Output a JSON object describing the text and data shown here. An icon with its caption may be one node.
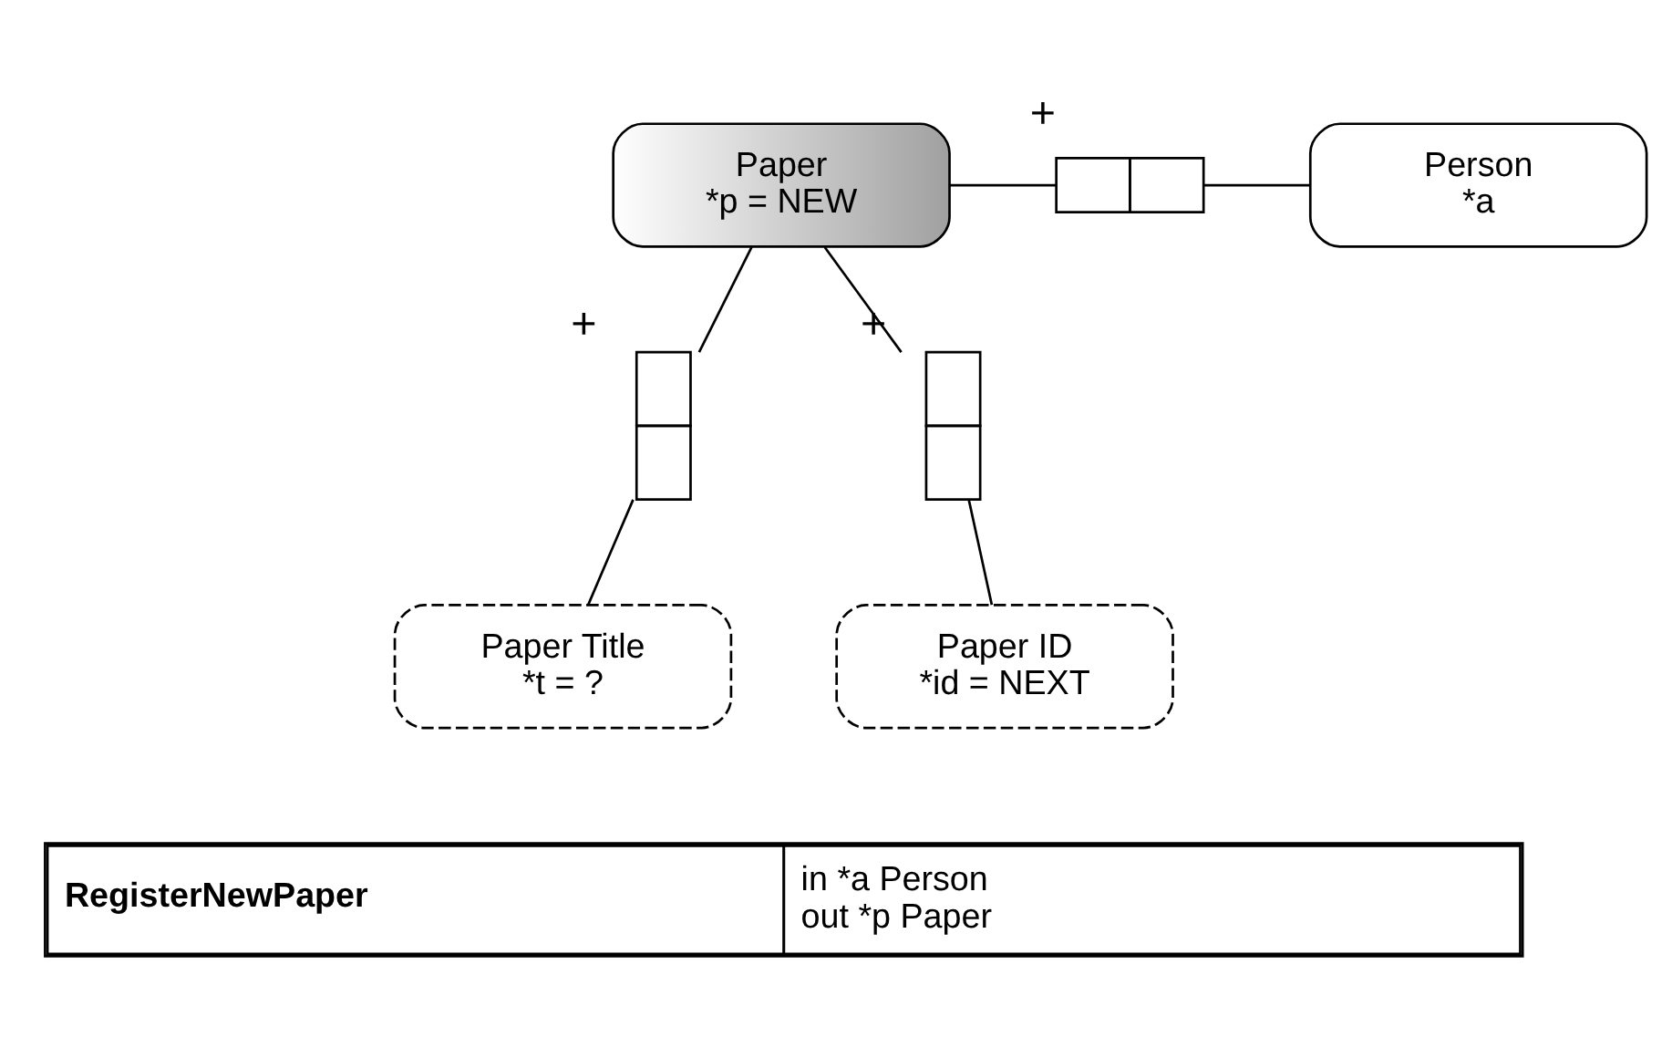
{
  "diagram": {
    "nodes": [
      {
        "text": [
          "Paper",
          "*p = NEW"
        ]
      },
      {
        "text": [],
        "shape": "box",
        "beside": [
          "+"
        ]
      },
      {
        "text": [
          "Person",
          "*a"
        ]
      },
      {
        "text": [],
        "shape": "box",
        "beside": [
          "+"
        ]
      },
      {
        "text": [],
        "shape": "box",
        "beside": [
          "+"
        ]
      },
      {
        "text": [
          "Paper Title",
          "*t = ?"
        ]
      },
      {
        "text": [
          "Paper ID",
          "*id = NEXT"
        ]
      }
    ],
    "edges": [
      {
        "from": 0,
        "to": 1,
        "arrow": "none"
      },
      {
        "from": 1,
        "to": 2,
        "arrow": "none"
      },
      {
        "from": 0,
        "to": 3,
        "arrow": "none"
      },
      {
        "from": 0,
        "to": 4,
        "arrow": "none"
      },
      {
        "from": 3,
        "to": 5,
        "arrow": "none"
      },
      {
        "from": 4,
        "to": 6,
        "arrow": "none"
      }
    ],
    "labels": [
      "RegisterNewPaper",
      "in *a Person",
      "out *p Paper"
    ]
  }
}
